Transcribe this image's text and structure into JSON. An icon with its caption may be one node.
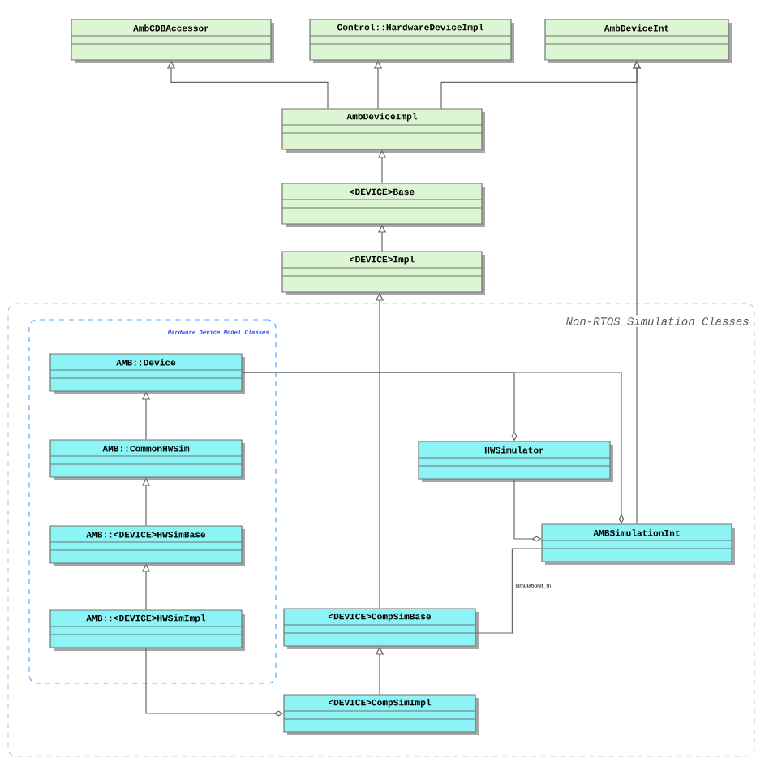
{
  "diagram": {
    "nodes": [
      {
        "text": [
          "Non-RTOS Simulation Classes"
        ]
      },
      {
        "text": [
          "Hardware Device Model Classes"
        ],
        "in": 0
      },
      {
        "text": [
          "AmbCDBAccessor"
        ]
      },
      {
        "text": [
          "Control::HardwareDeviceImpl"
        ]
      },
      {
        "text": [
          "AmbDeviceInt"
        ]
      },
      {
        "text": [
          "AmbDeviceImpl"
        ]
      },
      {
        "text": [
          "<DEVICE>Base"
        ]
      },
      {
        "text": [
          "<DEVICE>Impl"
        ]
      },
      {
        "text": [
          "AMB::Device"
        ],
        "in": 1
      },
      {
        "text": [
          "AMB::CommonHWSim"
        ],
        "in": 1
      },
      {
        "text": [
          "AMB::<DEVICE>HWSimBase"
        ],
        "in": 1
      },
      {
        "text": [
          "AMB::<DEVICE>HWSimImpl"
        ],
        "in": 1
      },
      {
        "text": [
          "HWSimulator"
        ],
        "in": 0
      },
      {
        "text": [
          "AMBSimulationInt"
        ],
        "in": 0
      },
      {
        "text": [
          "<DEVICE>CompSimBase"
        ],
        "in": 0
      },
      {
        "text": [
          "<DEVICE>CompSimImpl"
        ],
        "in": 0
      }
    ],
    "edges": [
      {
        "from": 5,
        "to": 2,
        "arrow": "to"
      },
      {
        "from": 5,
        "to": 3,
        "arrow": "to"
      },
      {
        "from": 5,
        "to": 4,
        "arrow": "to"
      },
      {
        "from": 13,
        "to": 4,
        "arrow": "to"
      },
      {
        "from": 6,
        "to": 5,
        "arrow": "to"
      },
      {
        "from": 7,
        "to": 6,
        "arrow": "to"
      },
      {
        "from": 14,
        "to": 7,
        "arrow": "to"
      },
      {
        "from": 9,
        "to": 8,
        "arrow": "to"
      },
      {
        "from": 10,
        "to": 9,
        "arrow": "to"
      },
      {
        "from": 11,
        "to": 10,
        "arrow": "to"
      },
      {
        "from": 12,
        "to": 8,
        "arrow": "other"
      },
      {
        "from": 13,
        "to": 8,
        "arrow": "other"
      },
      {
        "from": 13,
        "to": 12,
        "arrow": "other"
      },
      {
        "from": 13,
        "to": 14,
        "arrow": "none",
        "label": "simulationIf_m"
      },
      {
        "from": 15,
        "to": 11,
        "arrow": "other"
      },
      {
        "from": 15,
        "to": 14,
        "arrow": "to"
      }
    ]
  }
}
